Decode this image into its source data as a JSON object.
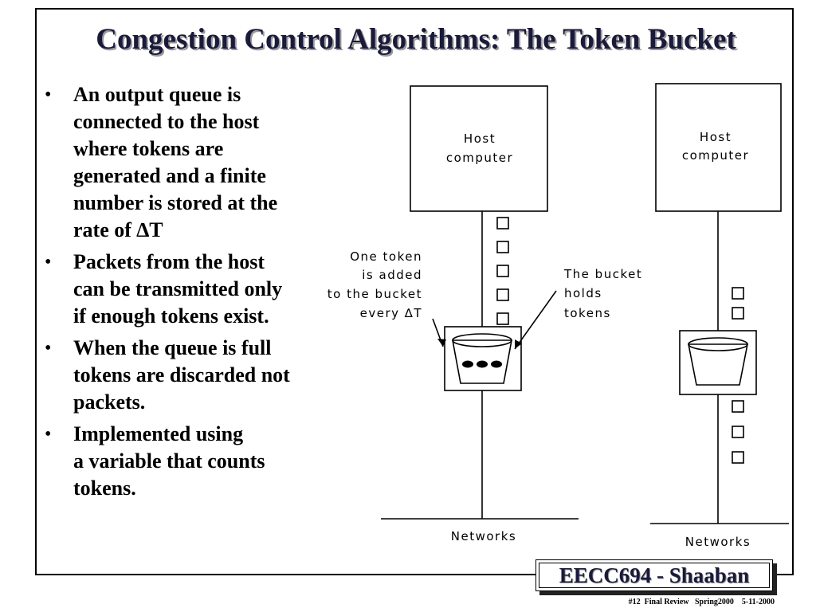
{
  "slide": {
    "title": "Congestion Control Algorithms: The Token Bucket",
    "bullet_symbol": "•",
    "bullets": [
      {
        "lines": [
          "An output queue is",
          "connected to the host",
          "where tokens are",
          "generated and a finite",
          "number is stored at the",
          "rate of ∆T"
        ]
      },
      {
        "lines": [
          "Packets from the host",
          "can be transmitted only",
          "if enough tokens exist."
        ]
      },
      {
        "lines": [
          "When the queue is full",
          "tokens are discarded not",
          "packets."
        ]
      },
      {
        "lines": [
          "Implemented using",
          "a variable that counts",
          "tokens."
        ]
      }
    ]
  },
  "diagram": {
    "left": {
      "host_lines": [
        "Host",
        "computer"
      ],
      "annotation_left": [
        "One token",
        "is added",
        "to the bucket",
        "every ∆T"
      ],
      "annotation_right": [
        "The bucket",
        "holds",
        "tokens"
      ],
      "tokens_above_bucket": 5,
      "tokens_in_bucket": 3,
      "network_label": "Networks"
    },
    "right": {
      "host_lines": [
        "Host",
        "computer"
      ],
      "tokens_above_bucket": 2,
      "tokens_below_bucket": 3,
      "network_label": "Networks"
    }
  },
  "footer": {
    "brand": "EECC694 - Shaaban",
    "meta": "#12  Final Review   Spring2000    5-11-2000"
  }
}
